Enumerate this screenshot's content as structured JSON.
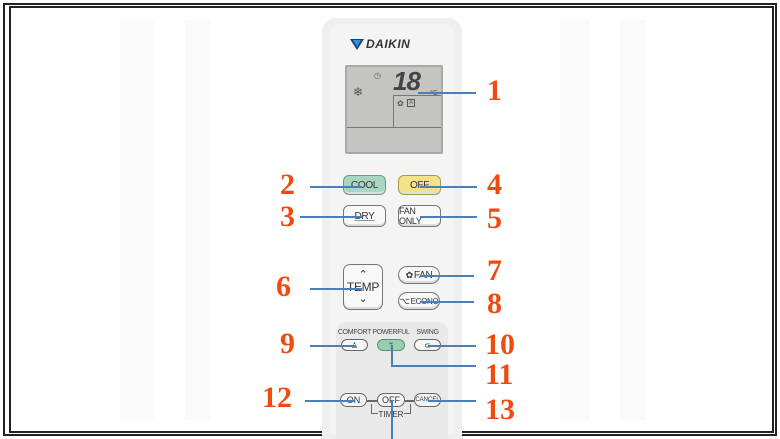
{
  "remote": {
    "brand": "DAIKIN",
    "display": {
      "temperature": "18",
      "unit": "°C",
      "mode_icon": "snowflake-icon",
      "timer_icon": "clock-icon",
      "fan_icon": "fan-icon",
      "fan_mode": "A"
    },
    "buttons": {
      "cool": "COOL",
      "off": "OFF",
      "dry": "DRY",
      "fan_only": "FAN ONLY",
      "temp": "TEMP",
      "temp_up": "^",
      "temp_down": "v",
      "fan": "FAN",
      "fan_glyph": "✿",
      "econo": "ECONO",
      "econo_glyph": "⌥",
      "comfort_label": "COMFORT",
      "powerful_label": "POWERFUL",
      "swing_label": "SWING",
      "comfort_glyph": "♙",
      "powerful_glyph": "ᛘ",
      "swing_glyph": "⊂",
      "timer_on": "ON",
      "timer_off": "OFF",
      "timer_cancel": "CANCEL",
      "timer_label": "TIMER"
    }
  },
  "callouts": [
    "1",
    "2",
    "3",
    "4",
    "5",
    "6",
    "7",
    "8",
    "9",
    "10",
    "11",
    "12",
    "13"
  ],
  "colors": {
    "callout_number": "#f04a10",
    "callout_line": "#4a7fb8",
    "cool_button": "#a9d6c0",
    "off_button": "#f4e28a",
    "powerful_button": "#96cfb2",
    "lcd": "#c4c4c2"
  }
}
